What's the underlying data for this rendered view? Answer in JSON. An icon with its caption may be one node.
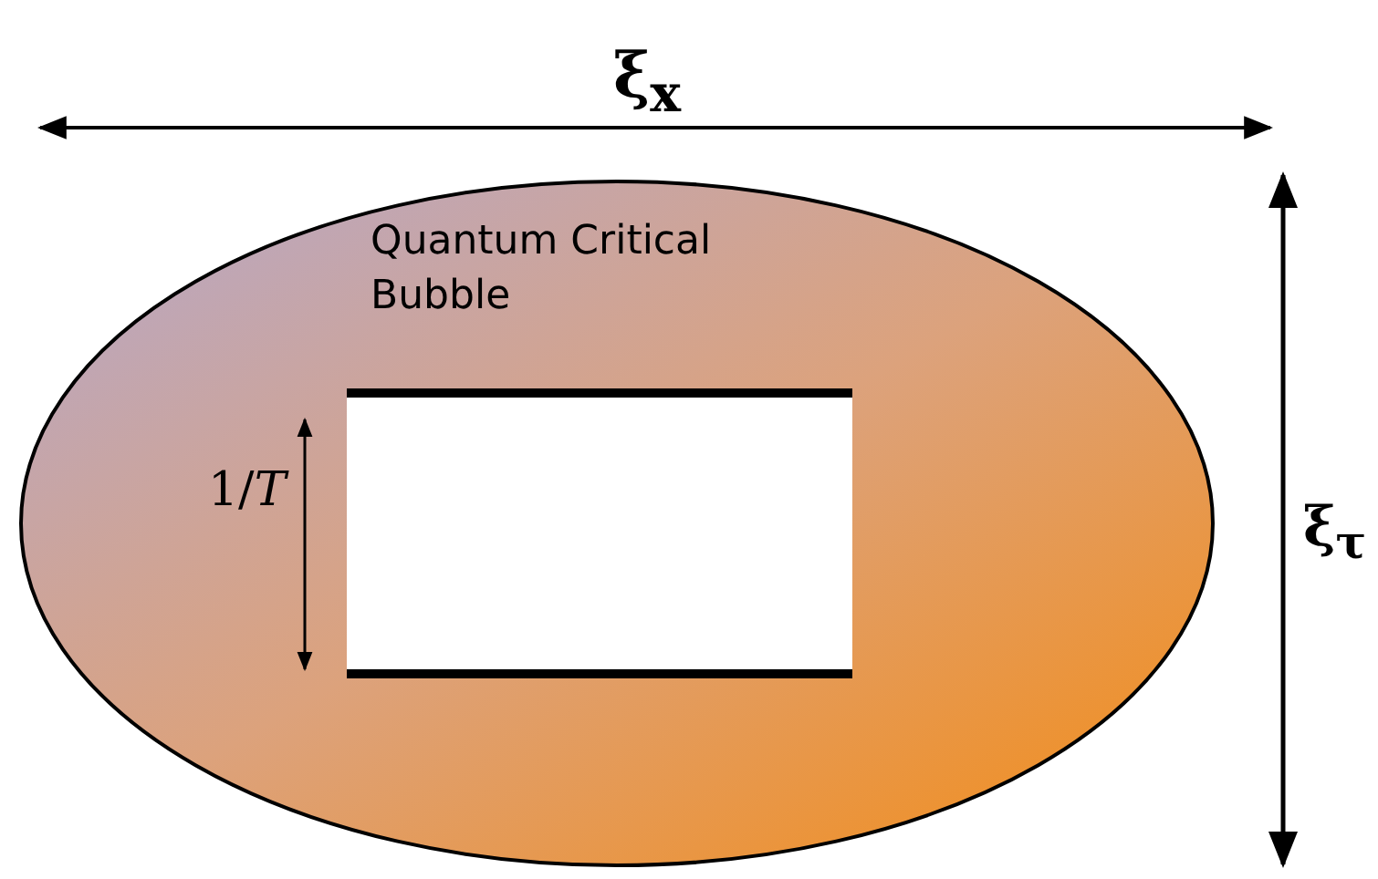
{
  "diagram": {
    "nodes": [
      {
        "text": [
          "Quantum Critical Bubble"
        ]
      },
      {
        "text": [],
        "shape": "box",
        "in": 0
      }
    ],
    "labels": [
      "ξ$_{x}$",
      "ξ$_{τ}$",
      "1/*T*"
    ]
  }
}
